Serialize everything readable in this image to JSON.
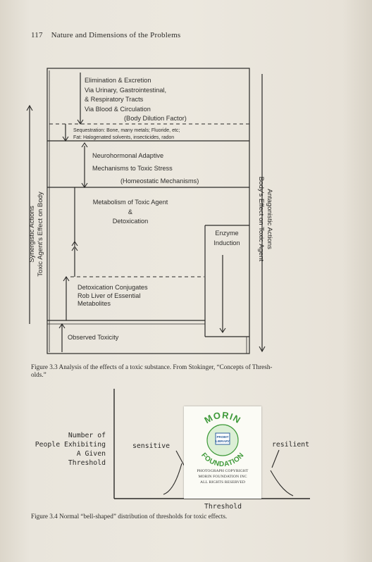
{
  "header": {
    "page_number": "117",
    "title": "Nature and Dimensions of the Problems"
  },
  "figure33": {
    "blocks": {
      "elimination": [
        "Elimination & Excretion",
        "Via Urinary, Gastrointestinal,",
        "& Respiratory Tracts",
        "Via Blood & Circulation",
        "(Body Dilution Factor)"
      ],
      "sequestration": [
        "Sequestration: Bone, many metals; Fluoride, etc;",
        "Fat: Halogenated solvents, insecticides, radon"
      ],
      "neurohormonal": [
        "Neurohormonal Adaptive",
        "Mechanisms to Toxic Stress",
        "(Homeostatic Mechanisms)"
      ],
      "metabolism": [
        "Metabolism of Toxic Agent",
        "&",
        "Detoxication"
      ],
      "enzyme": [
        "Enzyme",
        "Induction"
      ],
      "conjugates": [
        "Detoxication Conjugates",
        "Rob Liver of Essential",
        "Metabolites"
      ],
      "observed": "Observed Toxicity"
    },
    "left_axis": [
      "Synergistic Actions",
      "Toxic Agent's Effect on Body"
    ],
    "right_axis": [
      "Antagonistic Actions",
      "Body's Effect on Toxic Agent"
    ],
    "caption": [
      "Figure 3.3 Analysis of the effects of a toxic substance. From Stokinger, “Concepts of Thresh-",
      "olds.”"
    ]
  },
  "figure34": {
    "ylabel": [
      "Number of",
      "People Exhibiting",
      "A Given",
      "Threshold"
    ],
    "xlabel": "Threshold",
    "sensitive": "sensitive",
    "resilient": "resilient",
    "caption": "Figure 3.4 Normal “bell-shaped” distribution of thresholds for toxic effects."
  },
  "stamp": {
    "arc_text": "MORIN FOUNDATION",
    "badge": [
      "PROBIT",
      "LIBRARY"
    ],
    "lines": [
      "PHOTOGRAPH COPYRIGHT",
      "MORIN FOUNDATION INC",
      "ALL RIGHTS RESERVED"
    ],
    "color": "#3f9a3a"
  },
  "colors": {
    "ink": "#2b2a28",
    "paper": "#ece8df"
  }
}
